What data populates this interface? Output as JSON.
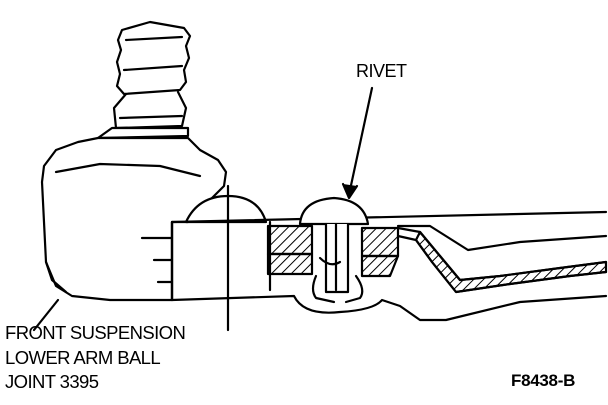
{
  "labels": {
    "rivet": "RIVET",
    "part_name_lines": [
      "FRONT SUSPENSION",
      "LOWER ARM BALL",
      "JOINT 3395"
    ],
    "figure_code": "F8438-B"
  },
  "style": {
    "line_color": "#000000",
    "background": "#ffffff"
  }
}
